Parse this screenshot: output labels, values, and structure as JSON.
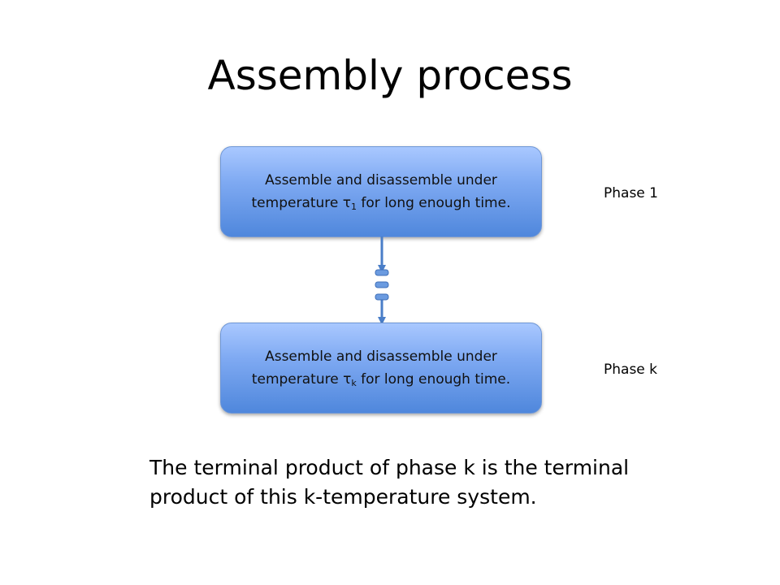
{
  "title": "Assembly process",
  "boxes": [
    {
      "pre": "Assemble and disassemble under",
      "line2_pre": "temperature τ",
      "sub": "1",
      "line2_post": " for long enough time."
    },
    {
      "pre": "Assemble and disassemble under",
      "line2_pre": "temperature τ",
      "sub": "k",
      "line2_post": " for long enough time."
    }
  ],
  "phases": [
    "Phase 1",
    "Phase k"
  ],
  "caption_line1": "The terminal product of phase k is the terminal",
  "caption_line2": "product of this k-temperature system.",
  "colors": {
    "box_top": "#a9c8ff",
    "box_bottom": "#4f87dc",
    "arrow": "#4a7ec8"
  }
}
